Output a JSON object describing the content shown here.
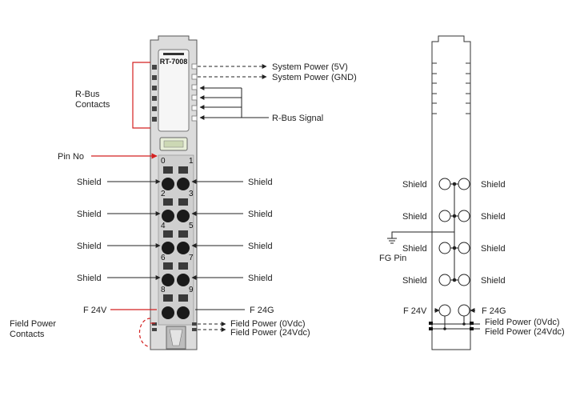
{
  "module": {
    "model": "RT-7008",
    "rbus_contacts_label": [
      "R-Bus",
      "Contacts"
    ],
    "pin_no_label": "Pin No",
    "field_power_contacts_label": [
      "Field Power",
      "Contacts"
    ]
  },
  "signals": {
    "system_power_5v": "System Power (5V)",
    "system_power_gnd": "System Power (GND)",
    "rbus_signal": "R-Bus Signal",
    "field_power_0v": "Field Power (0Vdc)",
    "field_power_24v": "Field Power (24Vdc)"
  },
  "pins": {
    "labels": [
      "0",
      "1",
      "2",
      "3",
      "4",
      "5",
      "6",
      "7",
      "8",
      "9"
    ],
    "shield": "Shield",
    "f24v": "F 24V",
    "f24g": "F 24G"
  },
  "schematic": {
    "shield": "Shield",
    "fg_pin": "FG Pin",
    "f24v": "F 24V",
    "f24g": "F 24G",
    "field_power_0v": "Field Power (0Vdc)",
    "field_power_24v": "Field Power (24Vdc)"
  },
  "colors": {
    "red": "#d42020",
    "module_fill": "#dcdcdc",
    "terminal": "#1a1a1a",
    "line": "#222222"
  }
}
